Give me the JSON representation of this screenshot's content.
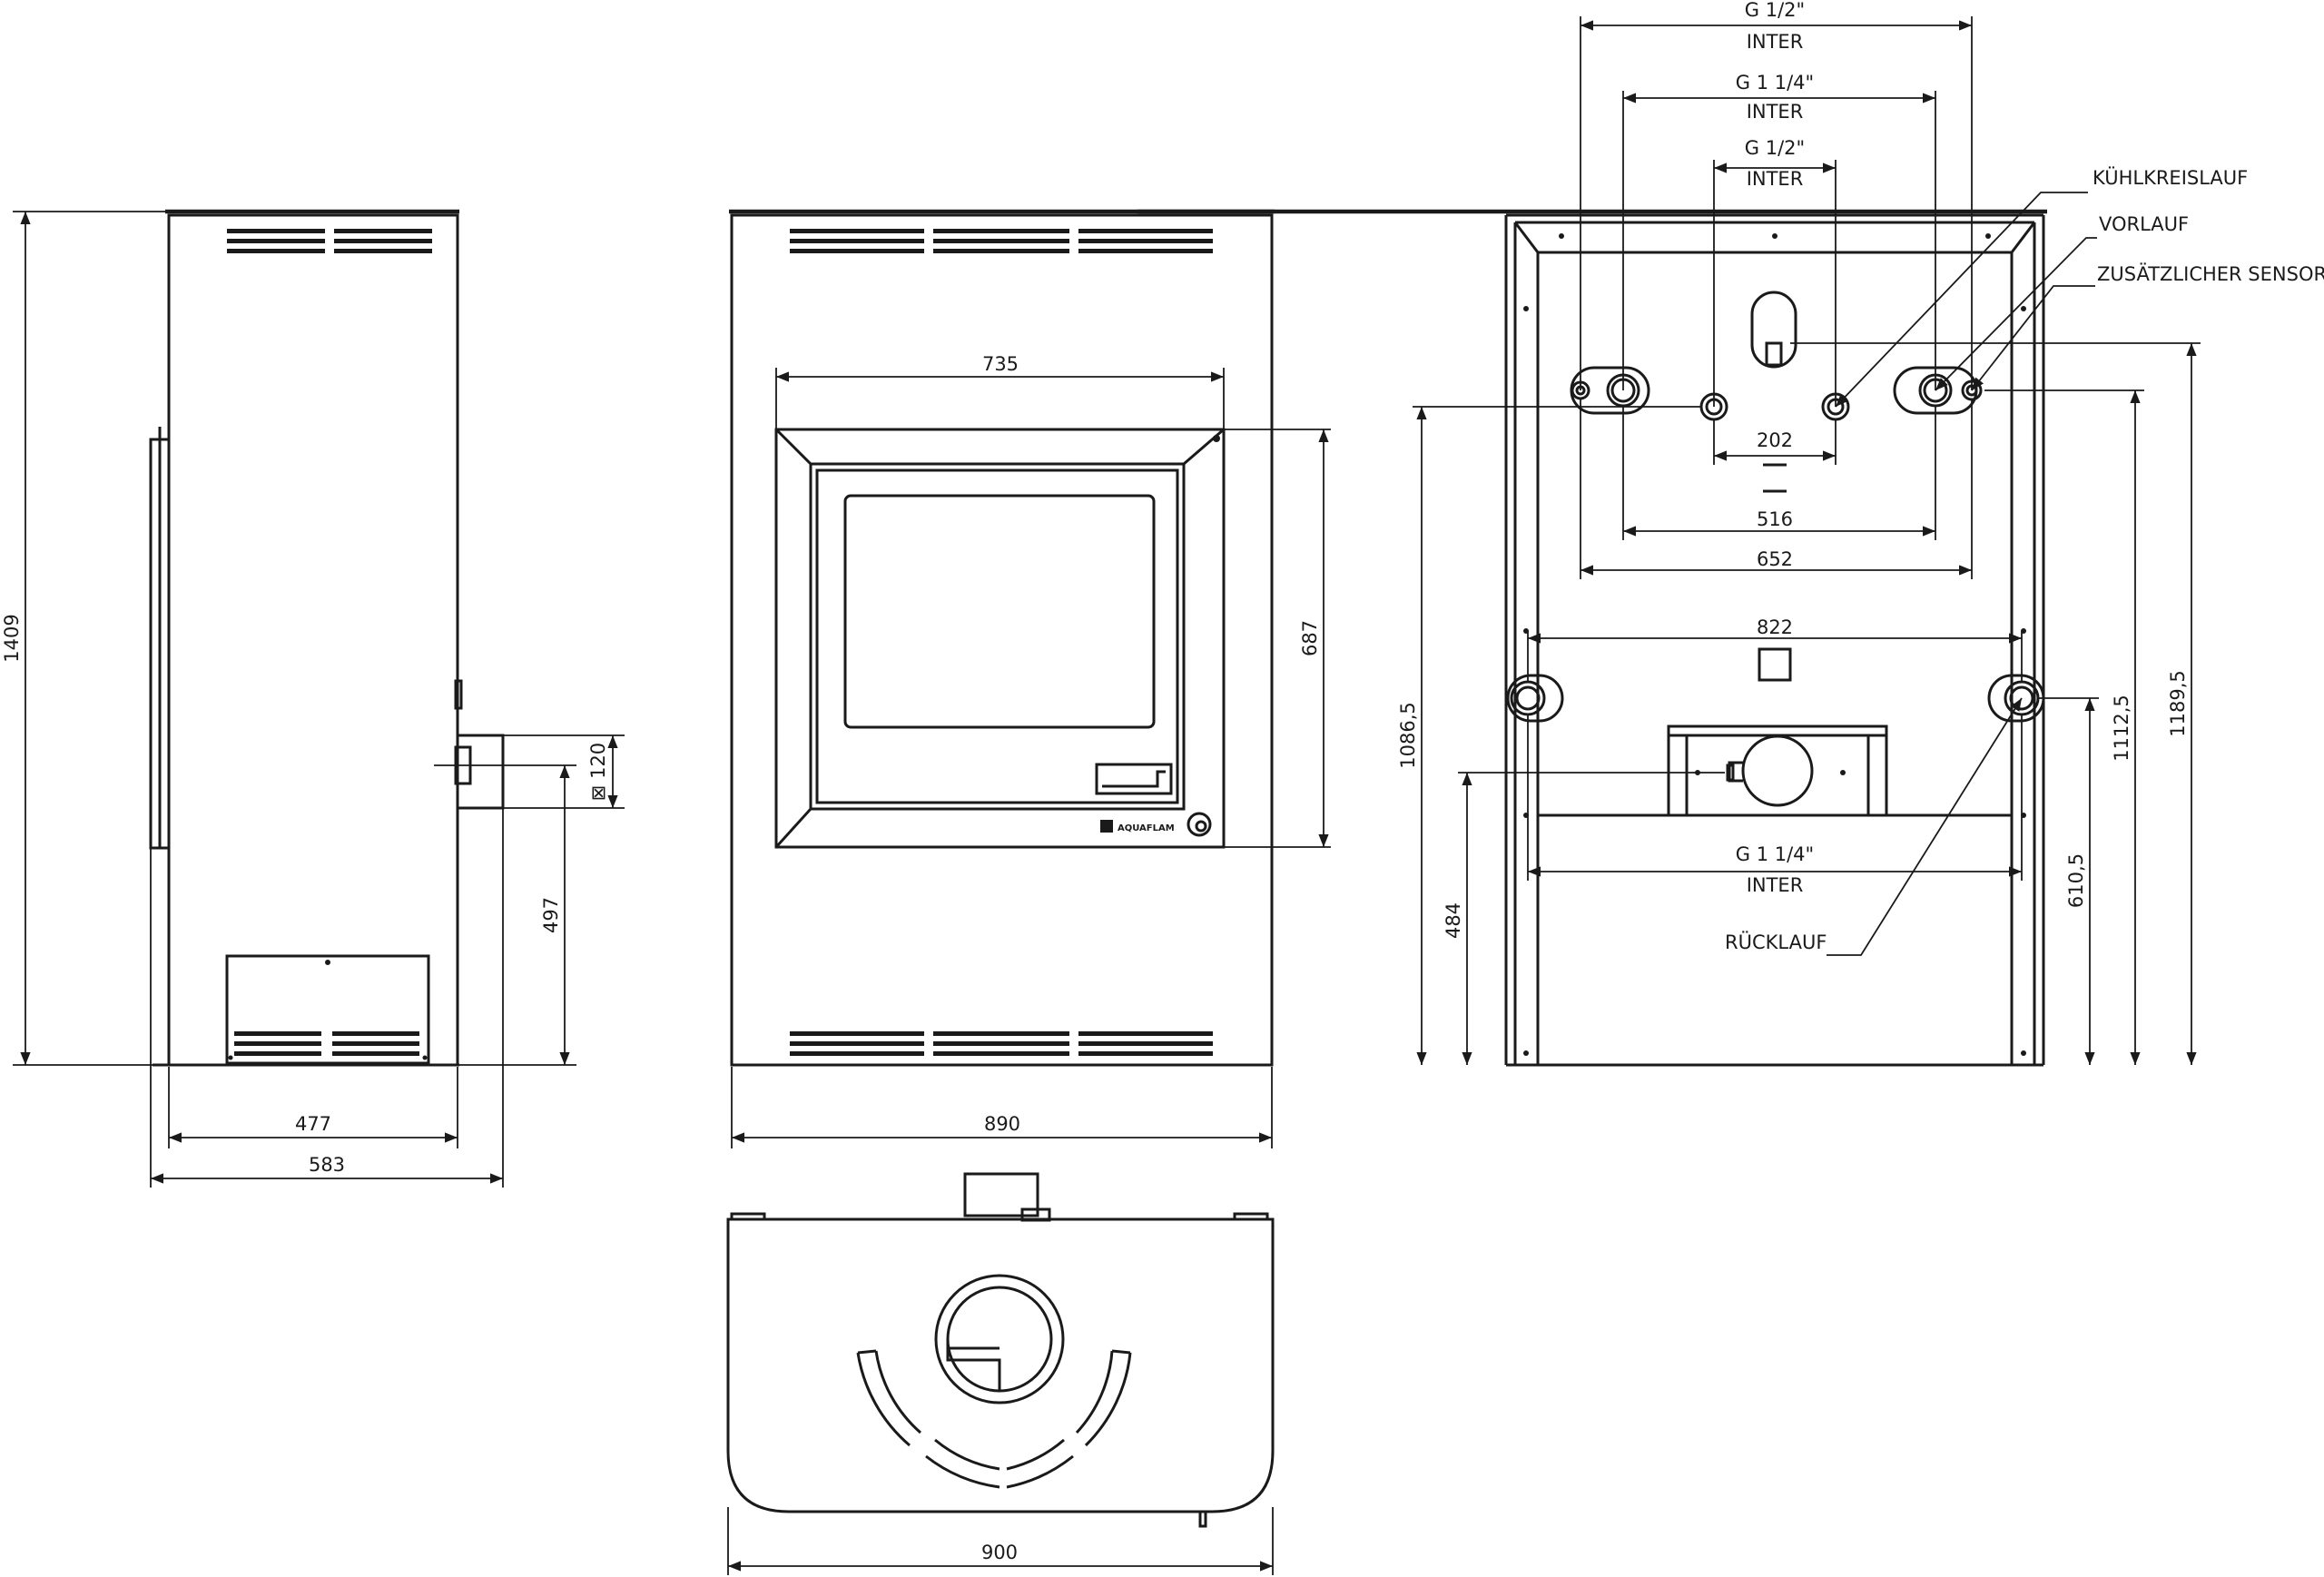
{
  "side_view": {
    "height": "1409",
    "depth_inner": "477",
    "depth_outer": "583",
    "outlet_height": "497",
    "outlet_size": "⊠ 120"
  },
  "front_view": {
    "door_width": "735",
    "door_height": "687",
    "width": "890",
    "logo": "AQUAFLAM"
  },
  "rear_view": {
    "conn_top_outer": "G 1/2\"",
    "conn_top_outer_type": "INTER",
    "conn_top_mid": "G 1 1/4\"",
    "conn_top_mid_type": "INTER",
    "conn_top_inner": "G 1/2\"",
    "conn_top_inner_type": "INTER",
    "label_cooling": "KÜHLKREISLAUF",
    "label_flow": "VORLAUF",
    "label_sensor": "ZUSÄTZLICHER SENSOR",
    "label_return": "RÜCKLAUF",
    "dim_202": "202",
    "dim_516": "516",
    "dim_652": "652",
    "dim_822": "822",
    "conn_bottom": "G 1 1/4\"",
    "conn_bottom_type": "INTER",
    "h_1086": "1086,5",
    "h_484": "484",
    "h_610": "610,5",
    "h_1112": "1112,5",
    "h_1189": "1189,5"
  },
  "top_view": {
    "width": "900"
  }
}
